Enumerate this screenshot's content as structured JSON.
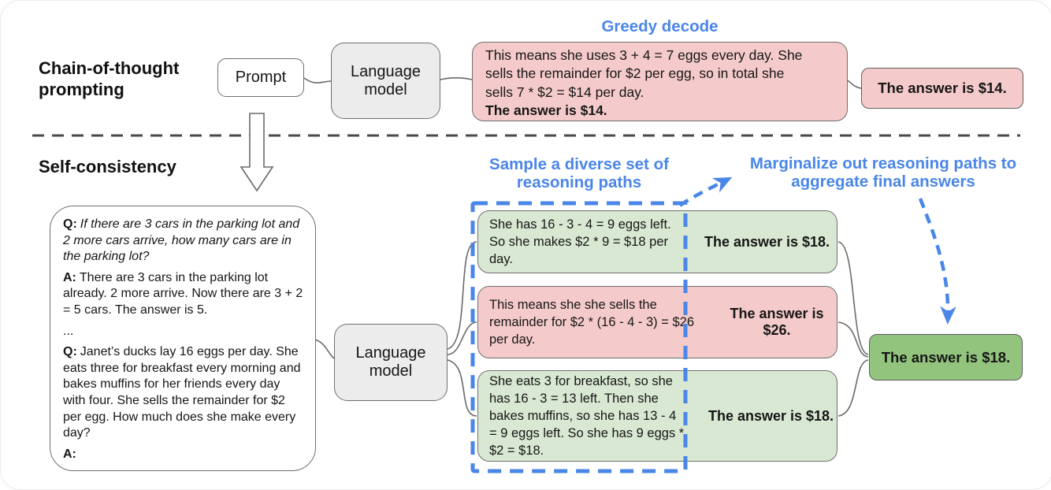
{
  "colors": {
    "pink": "#f4cbca",
    "green_light": "#d9e8d2",
    "green_strong": "#93c47d",
    "gray_box": "#ececec",
    "blue": "#4a86e8"
  },
  "top": {
    "section_label": "Chain-of-thought prompting",
    "prompt_box": "Prompt",
    "language_model": "Language model",
    "decode_label": "Greedy decode",
    "reasoning": "This means she uses 3 + 4 = 7 eggs every day. She sells the remainder for $2 per egg, so in total she sells 7 * $2 = $14 per day.",
    "reasoning_final": "The answer is $14.",
    "answer": "The answer is $14."
  },
  "bottom": {
    "section_label": "Self-consistency",
    "sample_label": "Sample a diverse set of reasoning paths",
    "marginalize_label": "Marginalize out reasoning paths to aggregate final answers",
    "question": {
      "q1_label": "Q:",
      "q1": "If there are 3 cars in the parking lot and 2 more cars arrive, how many cars are in the parking lot?",
      "a1_label": "A:",
      "a1": "There are 3 cars in the parking lot already. 2 more arrive. Now there are 3 + 2 = 5 cars. The answer is 5.",
      "ellipsis": "...",
      "q2_label": "Q:",
      "q2": "Janet’s ducks lay 16 eggs per day. She eats three for breakfast every morning and bakes muffins for her friends every day with four. She sells the remainder for $2 per egg. How much does she make every day?",
      "a2_label": "A:"
    },
    "language_model": "Language model",
    "paths": [
      {
        "tone": "green",
        "reasoning": "She has 16 - 3 - 4 = 9 eggs left. So she makes $2 * 9 = $18 per day.",
        "answer": "The answer is $18."
      },
      {
        "tone": "pink",
        "reasoning": "This means she she sells the remainder for $2 * (16 - 4 - 3) = $26 per day.",
        "answer": "The answer is $26."
      },
      {
        "tone": "green",
        "reasoning": "She eats 3 for breakfast, so she has 16 - 3 = 13 left. Then she bakes muffins, so she has 13 - 4 = 9 eggs left. So she has 9 eggs * $2 = $18.",
        "answer": "The answer is $18."
      }
    ],
    "final_answer": "The answer is $18."
  }
}
